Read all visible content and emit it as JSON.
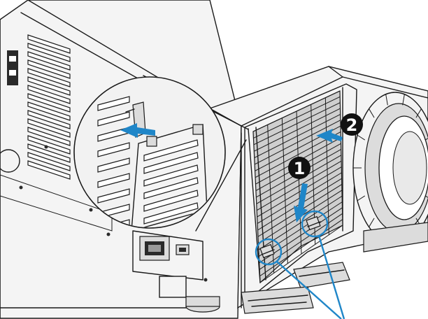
{
  "steps": [
    {
      "label": "1"
    },
    {
      "label": "2"
    }
  ],
  "colors": {
    "arrow": "#1f86c8",
    "callout": "#1f86c8",
    "outline": "#1a1a1a",
    "step_badge": "#111111"
  },
  "icons": [
    "down-arrow-icon",
    "insert-arrow-icon",
    "magnified-detail-inset"
  ]
}
